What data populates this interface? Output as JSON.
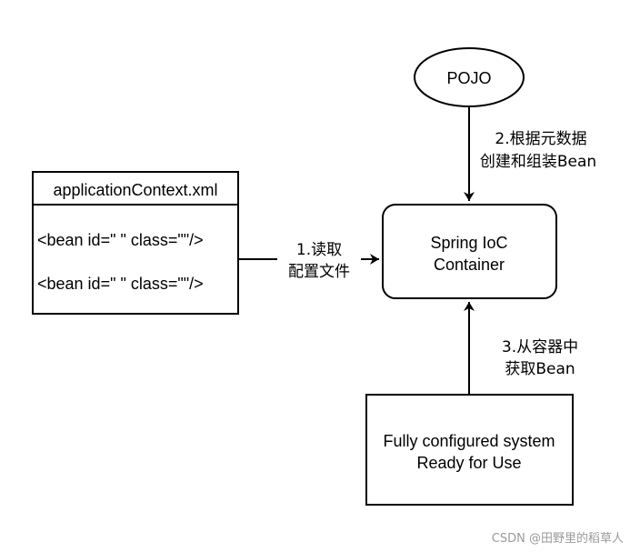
{
  "nodes": {
    "pojo": {
      "label": "POJO"
    },
    "xml": {
      "title": "applicationContext.xml",
      "rows": [
        "<bean id=\" \"  class=\"\"/>",
        "<bean id=\" \"  class=\"\"/>"
      ]
    },
    "container": {
      "lines": [
        "Spring IoC",
        "Container"
      ]
    },
    "system": {
      "lines": [
        "Fully configured system",
        "Ready for Use"
      ]
    }
  },
  "edges": {
    "read_config": {
      "lines": [
        "1.读取",
        "配置文件"
      ]
    },
    "create_bean": {
      "lines": [
        "2.根据元数据",
        "创建和组装Bean"
      ]
    },
    "get_bean": {
      "lines": [
        "3.从容器中",
        "获取Bean"
      ]
    }
  },
  "watermark": "CSDN @田野里的稻草人"
}
